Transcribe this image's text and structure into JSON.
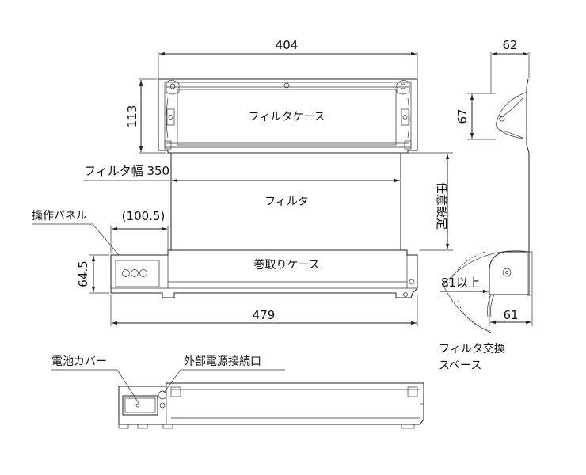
{
  "dimensions": {
    "top_width": "404",
    "right_width": "62",
    "case_height": "113",
    "side_height": "67",
    "filter_width": "フィルタ幅 350",
    "panel_offset": "(100.5)",
    "bottom_height": "64.5",
    "total_width": "479",
    "side_offset": "81以上",
    "side_depth": "61"
  },
  "labels": {
    "filter_case": "フィルタケース",
    "filter": "フィルタ",
    "roll_case": "巻取りケース",
    "operation_panel": "操作パネル",
    "arbitrary_setting": "任意設定",
    "battery_cover": "電池カバー",
    "external_power": "外部電源接続口",
    "filter_exchange_line1": "フィルタ交換",
    "filter_exchange_line2": "スペース"
  }
}
